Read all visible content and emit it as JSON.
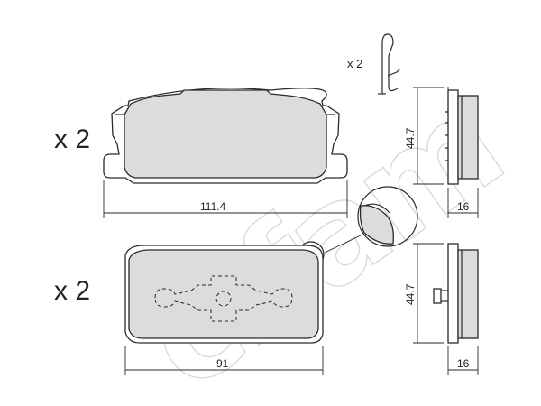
{
  "watermark": {
    "text": "cifam"
  },
  "quantities": {
    "top_set": "x 2",
    "bottom_set": "x 2",
    "clip": "x 2"
  },
  "dimensions": {
    "top_width": "111.4",
    "top_height": "44.7",
    "top_thickness": "16",
    "bottom_width": "91",
    "bottom_height": "44.7",
    "bottom_thickness": "16"
  }
}
